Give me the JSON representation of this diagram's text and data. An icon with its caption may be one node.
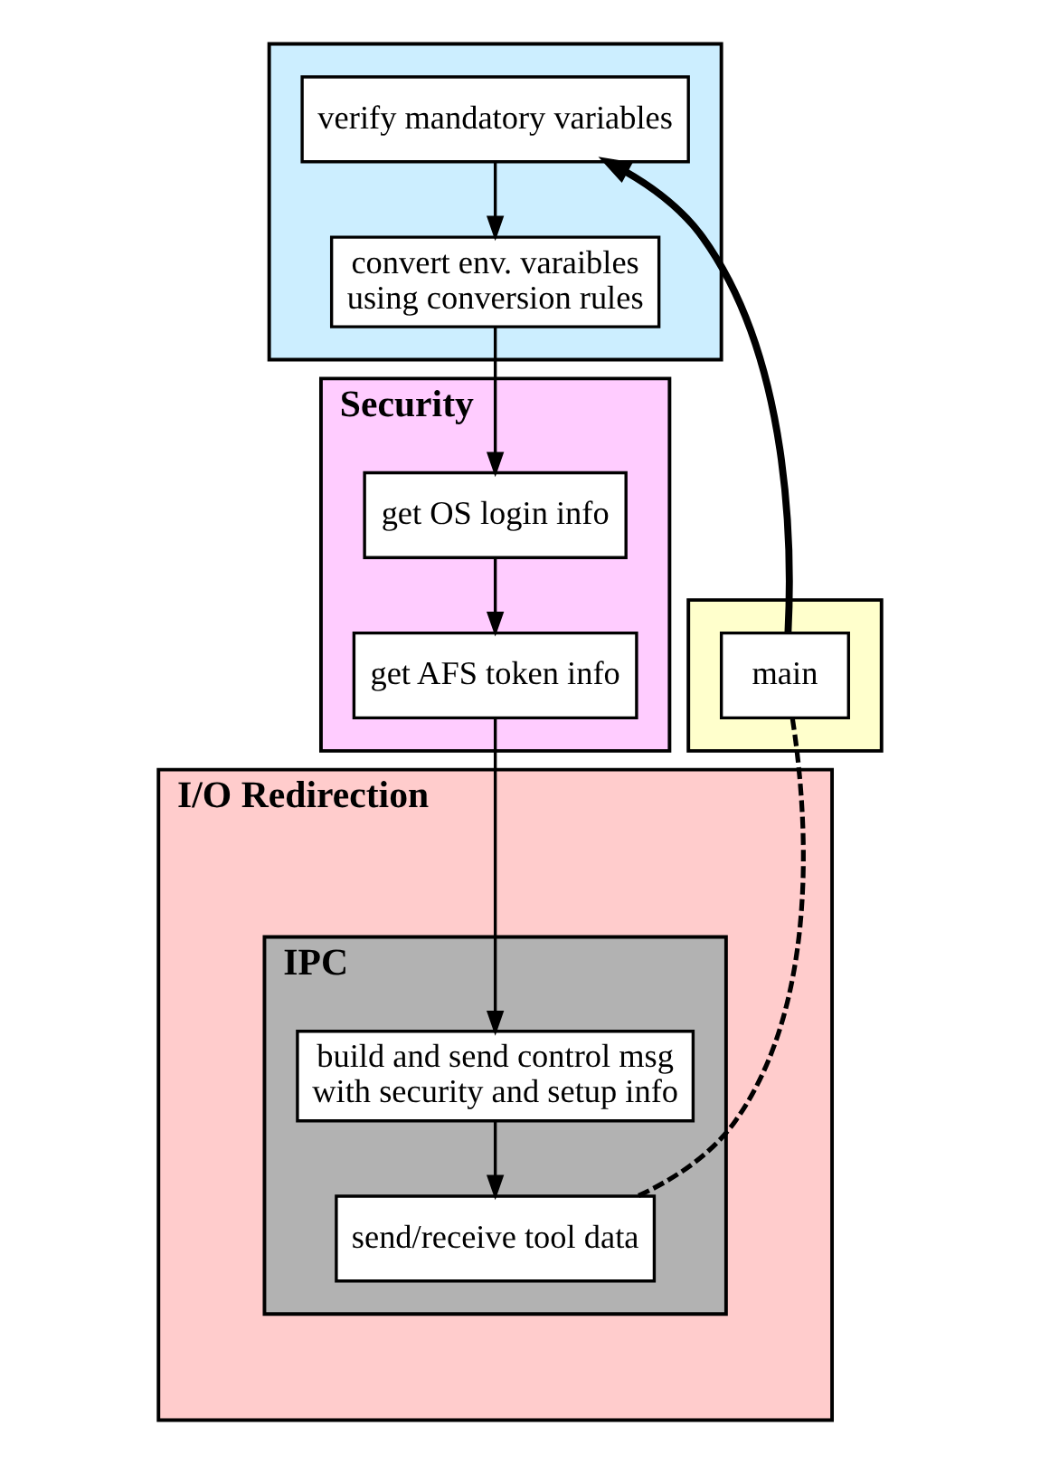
{
  "diagram": {
    "nodes": [
      {
        "text": [],
        "shape": "box"
      },
      {
        "text": [
          "main"
        ],
        "in": 0
      },
      {
        "text": [],
        "shape": "box"
      },
      {
        "text": [
          "verify mandatory variables"
        ],
        "in": 2
      },
      {
        "text": [
          "convert env. varaibles using conversion rules"
        ],
        "in": 2
      },
      {
        "text": [
          "Security"
        ]
      },
      {
        "text": [
          "get OS login info"
        ],
        "in": 5
      },
      {
        "text": [
          "get AFS token info"
        ],
        "in": 5
      },
      {
        "text": [
          "I/O Redirection"
        ]
      },
      {
        "text": [
          "IPC"
        ],
        "in": 8
      },
      {
        "text": [
          "build and send control msg with security and setup info"
        ],
        "in": 9
      },
      {
        "text": [
          "send/receive tool data"
        ],
        "in": 9
      }
    ],
    "edges": [
      {
        "from": 1,
        "to": 3,
        "arrow": "to",
        "style": "thick"
      },
      {
        "from": 3,
        "to": 4,
        "arrow": "to"
      },
      {
        "from": 4,
        "to": 6,
        "arrow": "to"
      },
      {
        "from": 6,
        "to": 7,
        "arrow": "to"
      },
      {
        "from": 7,
        "to": 10,
        "arrow": "to"
      },
      {
        "from": 10,
        "to": 11,
        "arrow": "to"
      },
      {
        "from": 1,
        "to": 11,
        "arrow": "none",
        "style": "dashed"
      }
    ]
  }
}
